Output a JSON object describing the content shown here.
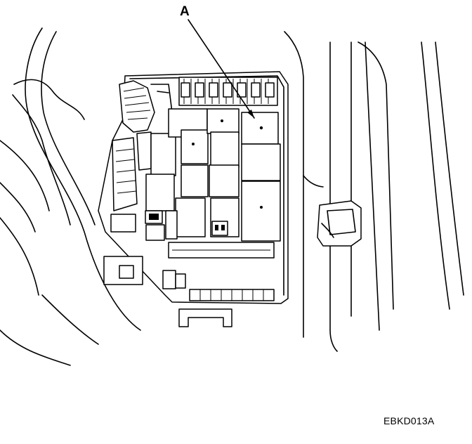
{
  "figure": {
    "callout_label": "A",
    "figure_code": "EBKD013A"
  },
  "icons": {
    "arrow": "leader-arrow",
    "target": "relay"
  }
}
